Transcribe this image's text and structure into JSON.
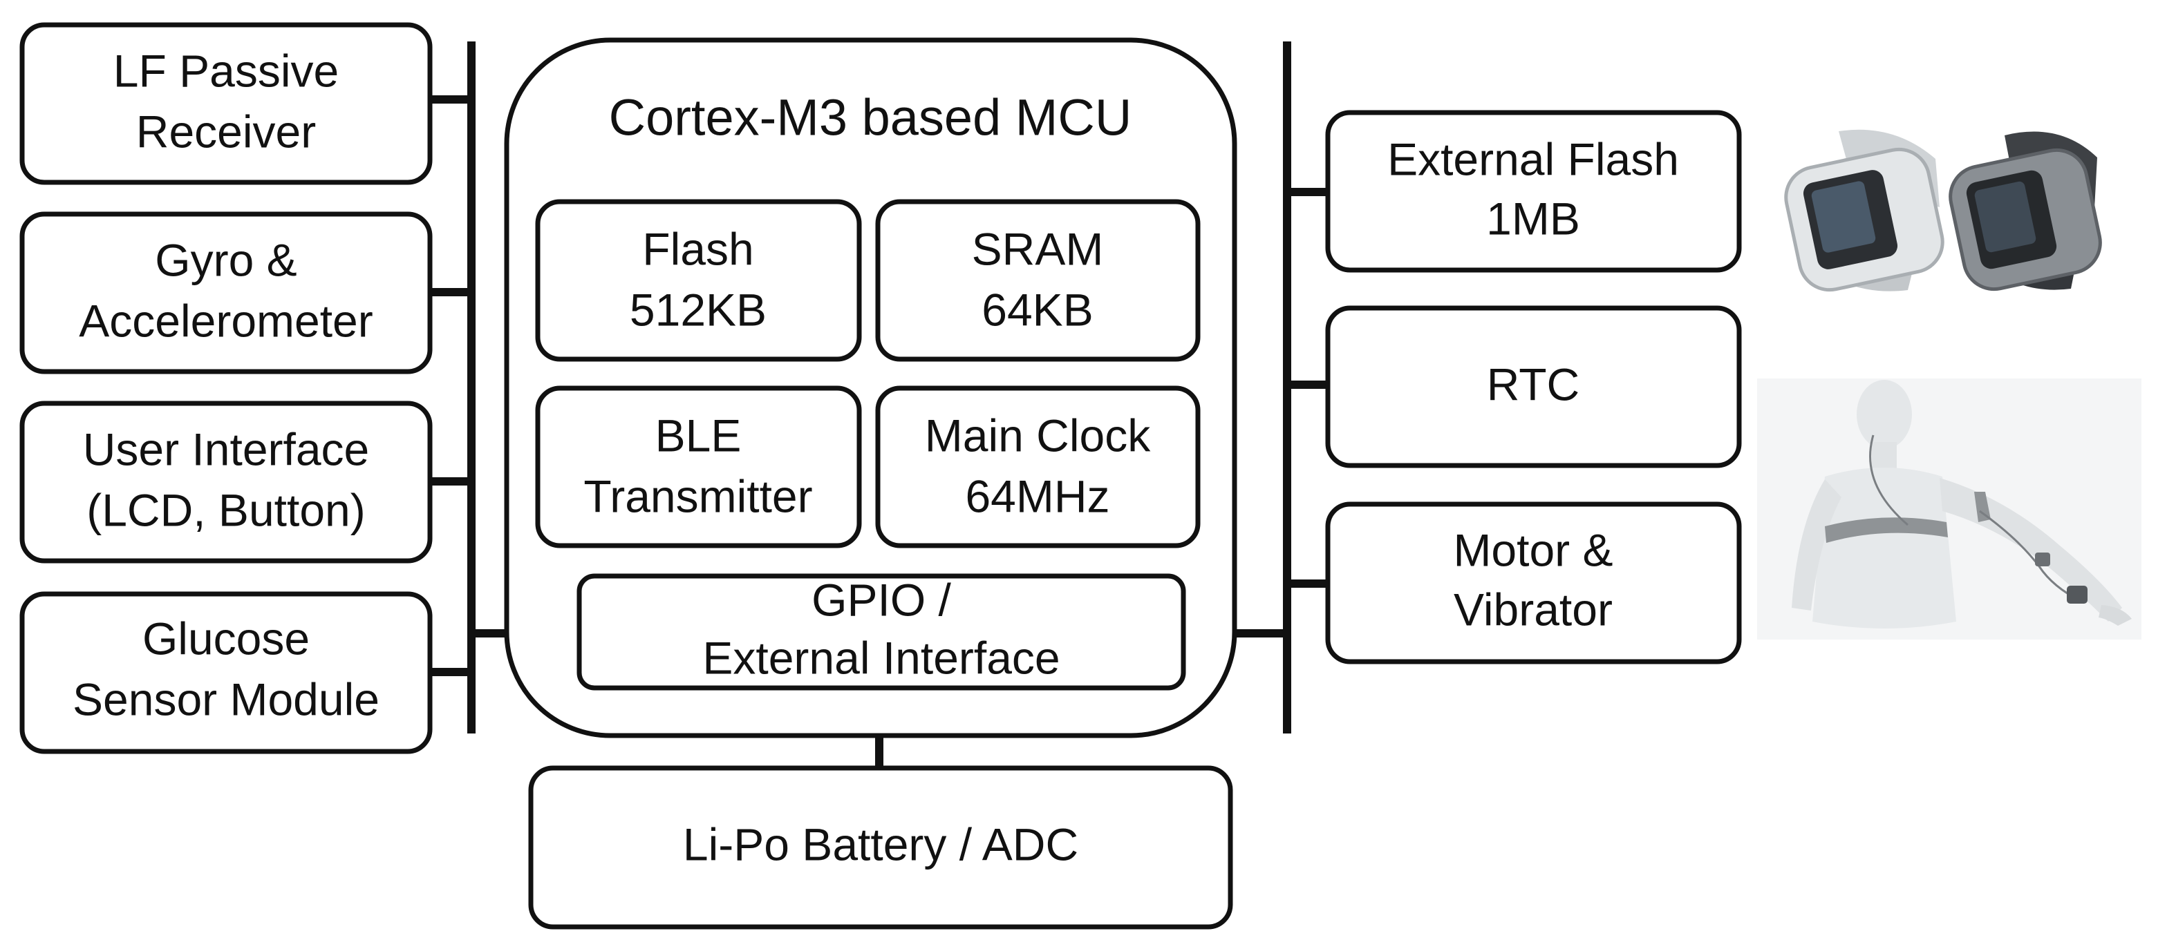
{
  "diagram": {
    "left_modules": [
      {
        "line1": "LF Passive",
        "line2": "Receiver"
      },
      {
        "line1": "Gyro &",
        "line2": "Accelerometer"
      },
      {
        "line1": "User Interface",
        "line2": "(LCD, Button)"
      },
      {
        "line1": "Glucose",
        "line2": "Sensor Module"
      }
    ],
    "mcu": {
      "title": "Cortex-M3  based MCU",
      "blocks": [
        {
          "line1": "Flash",
          "line2": "512KB"
        },
        {
          "line1": "SRAM",
          "line2": "64KB"
        },
        {
          "line1": "BLE",
          "line2": "Transmitter"
        },
        {
          "line1": "Main Clock",
          "line2": "64MHz"
        }
      ],
      "gpio": {
        "line1": "GPIO /",
        "line2": "External Interface"
      }
    },
    "right_modules": [
      {
        "line1": "External Flash",
        "line2": "1MB"
      },
      {
        "line1": "RTC",
        "line2": ""
      },
      {
        "line1": "Motor &",
        "line2": "Vibrator"
      }
    ],
    "battery": "Li-Po Battery / ADC"
  },
  "colors": {
    "stroke": "#111111",
    "background": "#ffffff",
    "device_light": "#d9dcde",
    "device_dark": "#3a3d40",
    "body_figure": "#e6e9eb"
  },
  "images": {
    "wristbands": "two-wristband-devices-photo",
    "body": "body-figure-wearing-device-illustration"
  }
}
